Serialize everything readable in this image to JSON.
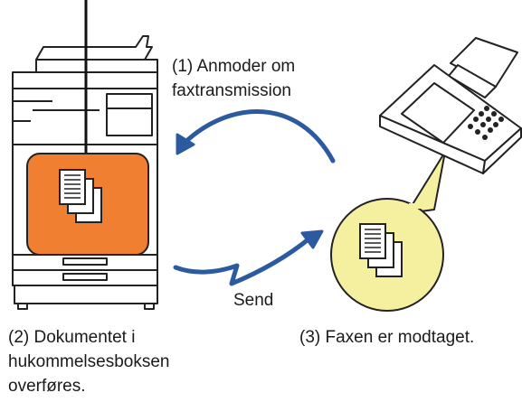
{
  "labels": {
    "request": [
      "(1) Anmoder om",
      "faxtransmission"
    ],
    "send": "Send",
    "document_transfer": [
      "(2) Dokumentet i",
      "hukommelsesboksen",
      "overføres."
    ],
    "fax_received": "(3) Faxen er modtaget."
  },
  "colors": {
    "memory_box_fill": "#f07f32",
    "arrow": "#2c5aa0",
    "callout_fill": "#f5f0a0",
    "outline": "#222222"
  },
  "icons": [
    "mfp-machine-icon",
    "fax-machine-icon",
    "document-stack-icon"
  ]
}
